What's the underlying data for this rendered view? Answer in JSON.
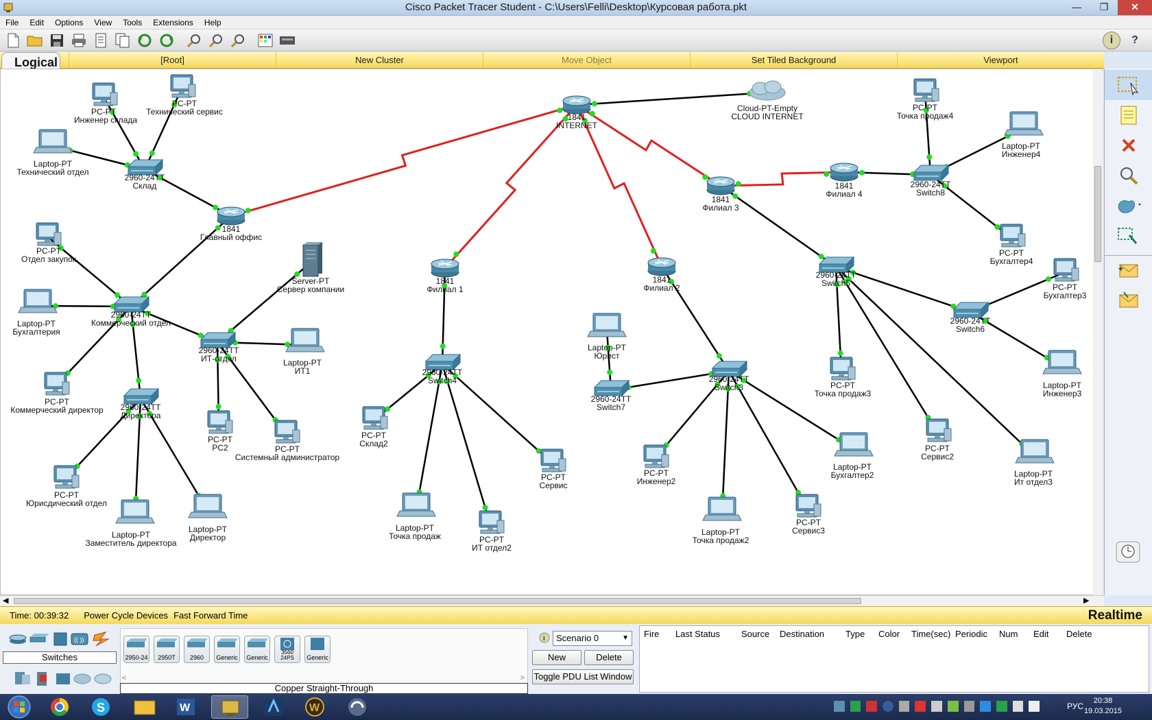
{
  "window": {
    "title": "Cisco Packet Tracer Student - C:\\Users\\Felli\\Desktop\\Курсовая работа.pkt"
  },
  "menu": [
    "File",
    "Edit",
    "Options",
    "View",
    "Tools",
    "Extensions",
    "Help"
  ],
  "nav": {
    "logical": "Logical",
    "root": "[Root]",
    "new_cluster": "New Cluster",
    "move_object": "Move Object",
    "set_tiled_bg": "Set Tiled Background",
    "viewport": "Viewport"
  },
  "status": {
    "time": "Time: 00:39:32",
    "power_cycle": "Power Cycle Devices",
    "fast_forward": "Fast Forward Time",
    "mode": "Realtime"
  },
  "devices": {
    "category": "Switches",
    "models": [
      "2950-24",
      "2950T",
      "2960",
      "Generic",
      "Generic",
      "3560 24PS",
      "Generic"
    ],
    "connection": "Copper Straight-Through"
  },
  "scenario": {
    "selected": "Scenario 0",
    "new": "New",
    "delete": "Delete",
    "toggle": "Toggle PDU List Window"
  },
  "pdu_columns": [
    "Fire",
    "Last Status",
    "Source",
    "Destination",
    "Type",
    "Color",
    "Time(sec)",
    "Periodic",
    "Num",
    "Edit",
    "Delete"
  ],
  "taskbar": {
    "lang": "РУС",
    "time": "20:38",
    "date": "19.03.2015"
  },
  "colors": {
    "wan_link": "#e02020",
    "lan_link": "#000000",
    "port_up": "#22dd22",
    "nav_bar": "#f5d95b"
  },
  "topology": {
    "routers": [
      {
        "id": "r-internet",
        "model": "1841",
        "name": "INTERNET"
      },
      {
        "id": "r-main",
        "model": "1841",
        "name": "Главный оффис"
      },
      {
        "id": "r-f1",
        "model": "1841",
        "name": "Филиал 1"
      },
      {
        "id": "r-f2",
        "model": "1841",
        "name": "Филиал 2"
      },
      {
        "id": "r-f3",
        "model": "1841",
        "name": "Филиал 3"
      },
      {
        "id": "r-f4",
        "model": "1841",
        "name": "Филиал 4"
      }
    ],
    "cloud": {
      "model": "Cloud-PT-Empty",
      "name": "CLOUD INTERNET"
    },
    "server": {
      "model": "Server-PT",
      "name": "Сервер компании"
    },
    "switches": [
      {
        "model": "2960-24TT",
        "name": "Склад"
      },
      {
        "model": "2960-24TT",
        "name": "Коммерческий отдел"
      },
      {
        "model": "2960-24TT",
        "name": "ИТ-отдел"
      },
      {
        "model": "2960-24TT",
        "name": "Директора"
      },
      {
        "model": "2960-24TT",
        "name": "Switch4"
      },
      {
        "model": "2960-24TT",
        "name": "Switch7"
      },
      {
        "model": "2960-24TT",
        "name": "Switch3"
      },
      {
        "model": "2960-24TT",
        "name": "Switch5"
      },
      {
        "model": "2960-24TT",
        "name": "Switch6"
      },
      {
        "model": "2960-24TT",
        "name": "Switch8"
      }
    ],
    "hosts": [
      {
        "model": "PC-PT",
        "name": "Инженер склада"
      },
      {
        "model": "PC-PT",
        "name": "Технический сервис"
      },
      {
        "model": "Laptop-PT",
        "name": "Технический отдел"
      },
      {
        "model": "PC-PT",
        "name": "Отдел закупок"
      },
      {
        "model": "Laptop-PT",
        "name": "Бухгалтерия"
      },
      {
        "model": "PC-PT",
        "name": "Коммерческий директор"
      },
      {
        "model": "PC-PT",
        "name": "Юрисдический отдел"
      },
      {
        "model": "Laptop-PT",
        "name": "Заместитель директора"
      },
      {
        "model": "Laptop-PT",
        "name": "Директор"
      },
      {
        "model": "Laptop-PT",
        "name": "ИТ1"
      },
      {
        "model": "PC-PT",
        "name": "PC2"
      },
      {
        "model": "PC-PT",
        "name": "Системный администратор"
      },
      {
        "model": "PC-PT",
        "name": "Склад2"
      },
      {
        "model": "Laptop-PT",
        "name": "Точка продаж"
      },
      {
        "model": "PC-PT",
        "name": "ИТ отдел2"
      },
      {
        "model": "PC-PT",
        "name": "Сервис"
      },
      {
        "model": "Laptop-PT",
        "name": "Юрист"
      },
      {
        "model": "PC-PT",
        "name": "Инженер2"
      },
      {
        "model": "Laptop-PT",
        "name": "Точка продаж2"
      },
      {
        "model": "PC-PT",
        "name": "Сервис3"
      },
      {
        "model": "Laptop-PT",
        "name": "Бухгалтер2"
      },
      {
        "model": "PC-PT",
        "name": "Точка продаж3"
      },
      {
        "model": "PC-PT",
        "name": "Сервис2"
      },
      {
        "model": "Laptop-PT",
        "name": "Ит отдел3"
      },
      {
        "model": "PC-PT",
        "name": "Бухгалтер3"
      },
      {
        "model": "Laptop-PT",
        "name": "Инженер3"
      },
      {
        "model": "PC-PT",
        "name": "Точка продаж4"
      },
      {
        "model": "Laptop-PT",
        "name": "Инженер4"
      },
      {
        "model": "PC-PT",
        "name": "Бухгалтер4"
      }
    ]
  }
}
